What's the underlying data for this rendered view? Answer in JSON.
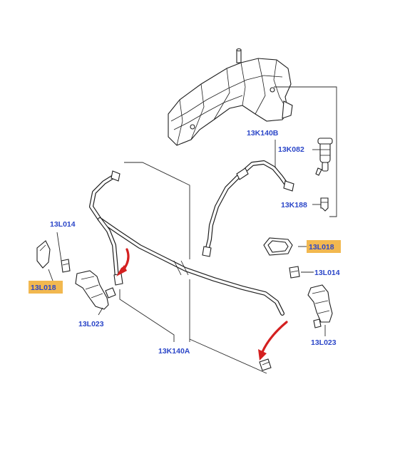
{
  "labels": {
    "reservoir_pump": "13K082",
    "upper_hose": "13K140B",
    "pump_grommet": "13K188",
    "left_connector": "13L014",
    "left_cover": "13L018",
    "left_jet": "13L023",
    "right_cover": "13L018",
    "right_connector": "13L014",
    "right_jet": "13L023",
    "lower_hose": "13K140A"
  },
  "colors": {
    "label_text": "#2b46c8",
    "highlight": "#f2b84f",
    "arrow": "#d42020",
    "line": "#1f1f1f"
  }
}
